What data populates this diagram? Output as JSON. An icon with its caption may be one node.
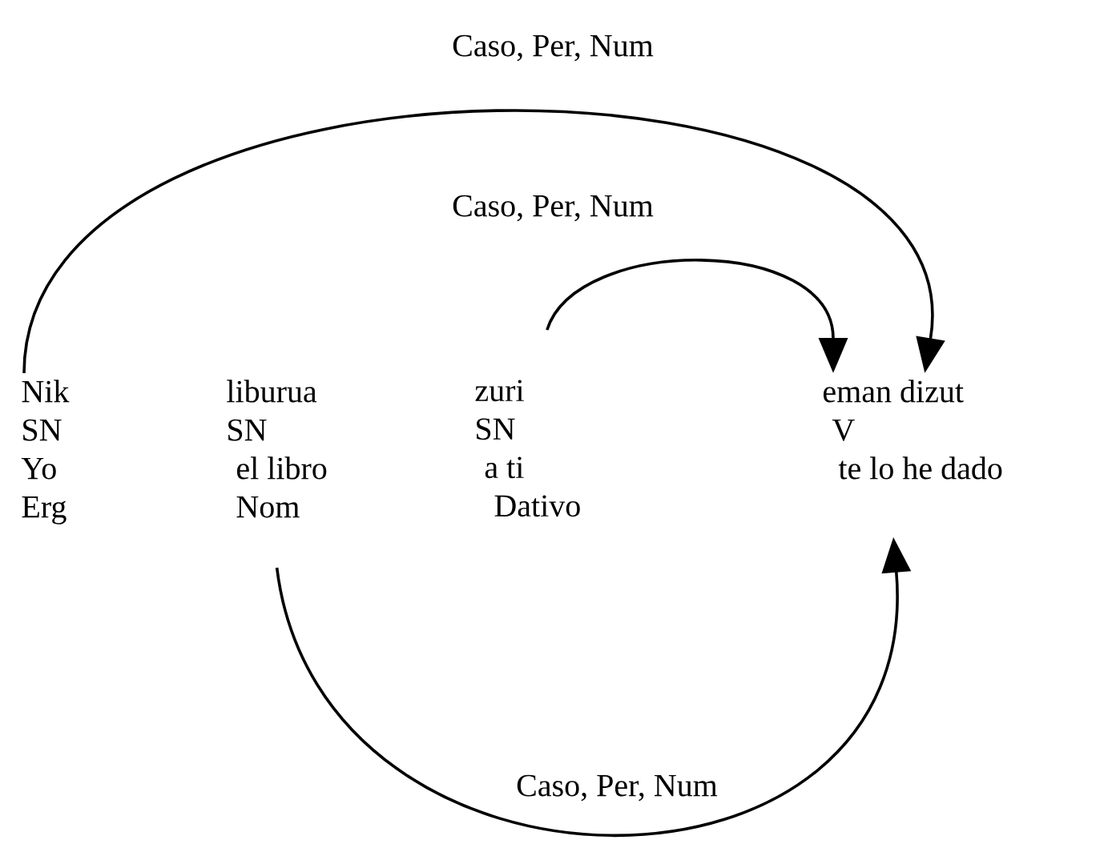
{
  "diagram": {
    "nodes": [
      {
        "text": [
          "Nik",
          "SN",
          "Yo",
          "Erg"
        ]
      },
      {
        "text": [
          "liburua",
          "SN",
          "el libro",
          "Nom"
        ]
      },
      {
        "text": [
          "zuri",
          "SN",
          "a ti",
          "Dativo"
        ]
      },
      {
        "text": [
          "eman dizut",
          "V",
          "te lo he dado"
        ]
      }
    ],
    "edges": [
      {
        "from": 0,
        "to": 3,
        "arrow": "to",
        "label": "Caso, Per, Num"
      },
      {
        "from": 2,
        "to": 3,
        "arrow": "to",
        "label": "Caso, Per, Num"
      },
      {
        "from": 1,
        "to": 3,
        "arrow": "to",
        "label": "Caso, Per, Num"
      }
    ]
  }
}
